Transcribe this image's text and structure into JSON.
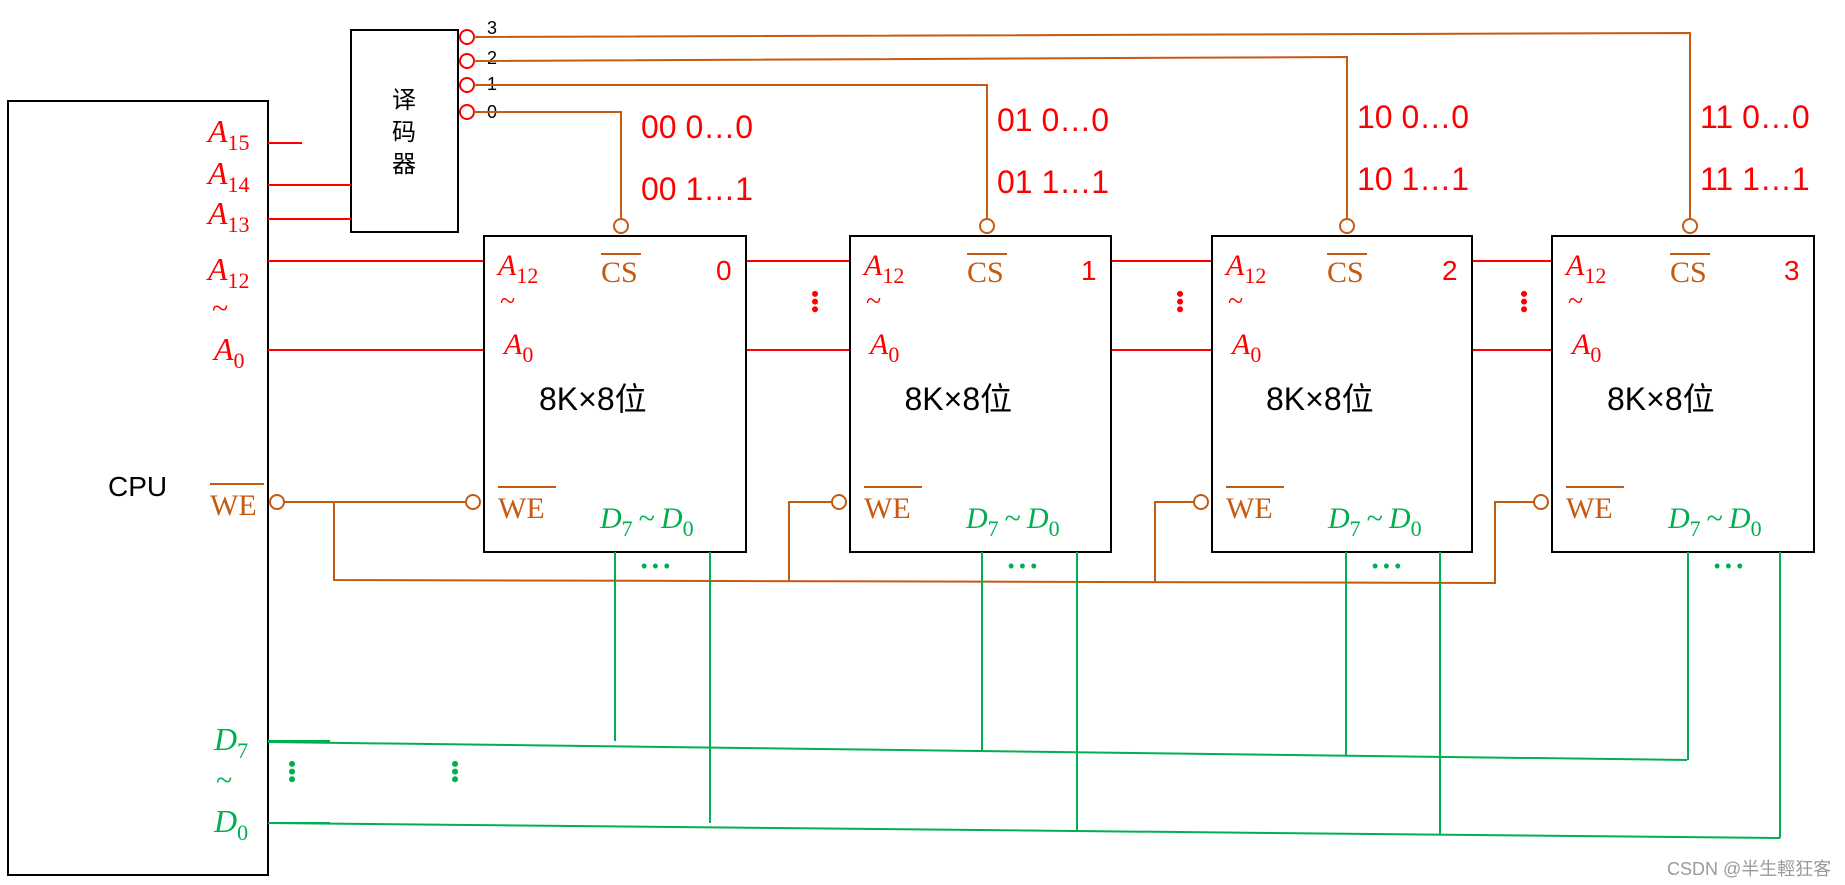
{
  "cpu": {
    "label": "CPU"
  },
  "decoder": {
    "label_chars": [
      "译",
      "码",
      "器"
    ],
    "outputs": [
      "3",
      "2",
      "1",
      "0"
    ]
  },
  "address_pins": {
    "a15": {
      "base": "A",
      "sub": "15"
    },
    "a14": {
      "base": "A",
      "sub": "14"
    },
    "a13": {
      "base": "A",
      "sub": "13"
    },
    "a12": {
      "base": "A",
      "sub": "12"
    },
    "a0": {
      "base": "A",
      "sub": "0"
    },
    "tilde": "~"
  },
  "cpu_we": "WE",
  "cpu_data": {
    "d7": {
      "base": "D",
      "sub": "7"
    },
    "d0": {
      "base": "D",
      "sub": "0"
    },
    "tilde": "~"
  },
  "chip_labels": {
    "capacity": "8K×8位",
    "cs": "CS",
    "we": "WE",
    "a12": {
      "base": "A",
      "sub": "12"
    },
    "a0": {
      "base": "A",
      "sub": "0"
    },
    "tilde": "~",
    "d7": {
      "base": "D",
      "sub": "7"
    },
    "d0": {
      "base": "D",
      "sub": "0"
    }
  },
  "chips": [
    {
      "index": "0",
      "addr_low": "00 0…0",
      "addr_high": "00 1…1"
    },
    {
      "index": "1",
      "addr_low": "01 0…0",
      "addr_high": "01 1…1"
    },
    {
      "index": "2",
      "addr_low": "10 0…0",
      "addr_high": "10 1…1"
    },
    {
      "index": "3",
      "addr_low": "11 0…0",
      "addr_high": "11 1…1"
    }
  ],
  "bus_dots": "• • •",
  "watermark": "CSDN @半生輕狂客",
  "colors": {
    "address": "#ff0000",
    "control": "#c55a11",
    "data": "#00b050",
    "outline": "#000000",
    "watermark": "#9a9a9a"
  }
}
